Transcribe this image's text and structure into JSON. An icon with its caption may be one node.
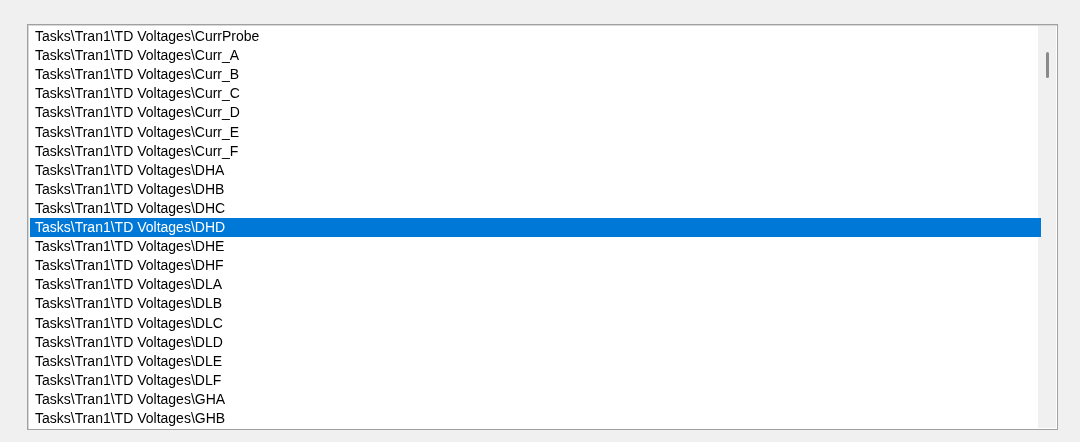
{
  "diagram": {
    "labels": [
      "Tasks\\Tran1\\TD Voltages\\CurrProbe",
      "Tasks\\Tran1\\TD Voltages\\Curr_A",
      "Tasks\\Tran1\\TD Voltages\\Curr_B",
      "Tasks\\Tran1\\TD Voltages\\Curr_C",
      "Tasks\\Tran1\\TD Voltages\\Curr_D",
      "Tasks\\Tran1\\TD Voltages\\Curr_E",
      "Tasks\\Tran1\\TD Voltages\\Curr_F",
      "Tasks\\Tran1\\TD Voltages\\DHA",
      "Tasks\\Tran1\\TD Voltages\\DHB",
      "Tasks\\Tran1\\TD Voltages\\DHC",
      "Tasks\\Tran1\\TD Voltages\\DHD",
      "Tasks\\Tran1\\TD Voltages\\DHE",
      "Tasks\\Tran1\\TD Voltages\\DHF",
      "Tasks\\Tran1\\TD Voltages\\DLA",
      "Tasks\\Tran1\\TD Voltages\\DLB",
      "Tasks\\Tran1\\TD Voltages\\DLC",
      "Tasks\\Tran1\\TD Voltages\\DLD",
      "Tasks\\Tran1\\TD Voltages\\DLE",
      "Tasks\\Tran1\\TD Voltages\\DLF",
      "Tasks\\Tran1\\TD Voltages\\GHA",
      "Tasks\\Tran1\\TD Voltages\\GHB"
    ]
  }
}
